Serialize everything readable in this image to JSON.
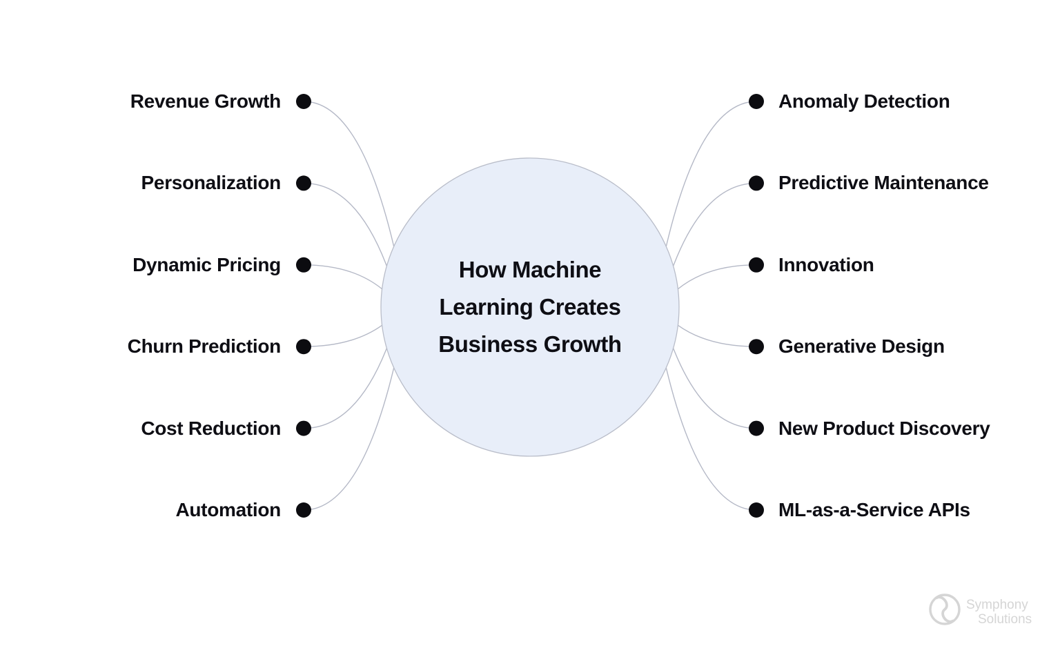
{
  "central_node": {
    "lines": [
      "How Machine",
      "Learning Creates",
      "Business Growth"
    ]
  },
  "left_items": [
    "Revenue Growth",
    "Personalization",
    "Dynamic Pricing",
    "Churn Prediction",
    "Cost Reduction",
    "Automation"
  ],
  "right_items": [
    "Anomaly Detection",
    "Predictive Maintenance",
    "Innovation",
    "Generative Design",
    "New Product Discovery",
    "ML-as-a-Service APIs"
  ],
  "watermark": {
    "line1": "Symphony",
    "line2": "Solutions"
  },
  "colors": {
    "background": "#ffffff",
    "node_fill": "#e8eef9",
    "node_stroke": "#b9bdc9",
    "connector": "#b4b8c6",
    "dot": "#0c0c10",
    "text": "#0e0e14",
    "watermark": "#d5d5d5"
  }
}
